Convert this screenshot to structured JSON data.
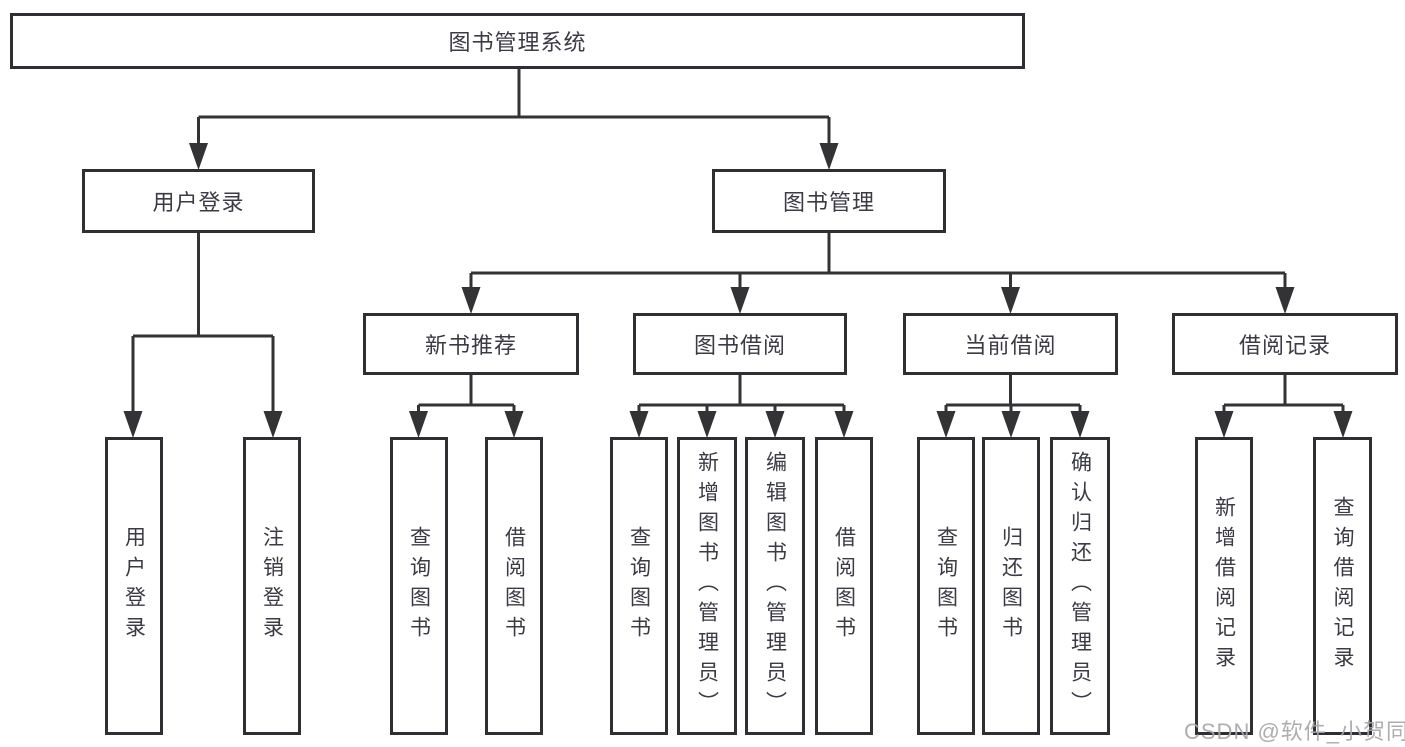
{
  "colors": {
    "line": "#333336",
    "box_border": "#2f2f33",
    "text": "#3b3b44",
    "watermark": "#a8a6a6",
    "background": "#ffffff"
  },
  "tree": {
    "label": "图书管理系统",
    "children": [
      {
        "label": "用户登录",
        "children": [
          {
            "label": "用户登录"
          },
          {
            "label": "注销登录"
          }
        ]
      },
      {
        "label": "图书管理",
        "children": [
          {
            "label": "新书推荐",
            "children": [
              {
                "label": "查询图书"
              },
              {
                "label": "借阅图书"
              }
            ]
          },
          {
            "label": "图书借阅",
            "children": [
              {
                "label": "查询图书"
              },
              {
                "label": "新增图书（管理员）"
              },
              {
                "label": "编辑图书（管理员）"
              },
              {
                "label": "借阅图书"
              }
            ]
          },
          {
            "label": "当前借阅",
            "children": [
              {
                "label": "查询图书"
              },
              {
                "label": "归还图书"
              },
              {
                "label": "确认归还（管理员）"
              }
            ]
          },
          {
            "label": "借阅记录",
            "children": [
              {
                "label": "新增借阅记录"
              },
              {
                "label": "查询借阅记录"
              }
            ]
          }
        ]
      }
    ]
  },
  "watermark": {
    "text": "CSDN @软件_小贺同学"
  }
}
